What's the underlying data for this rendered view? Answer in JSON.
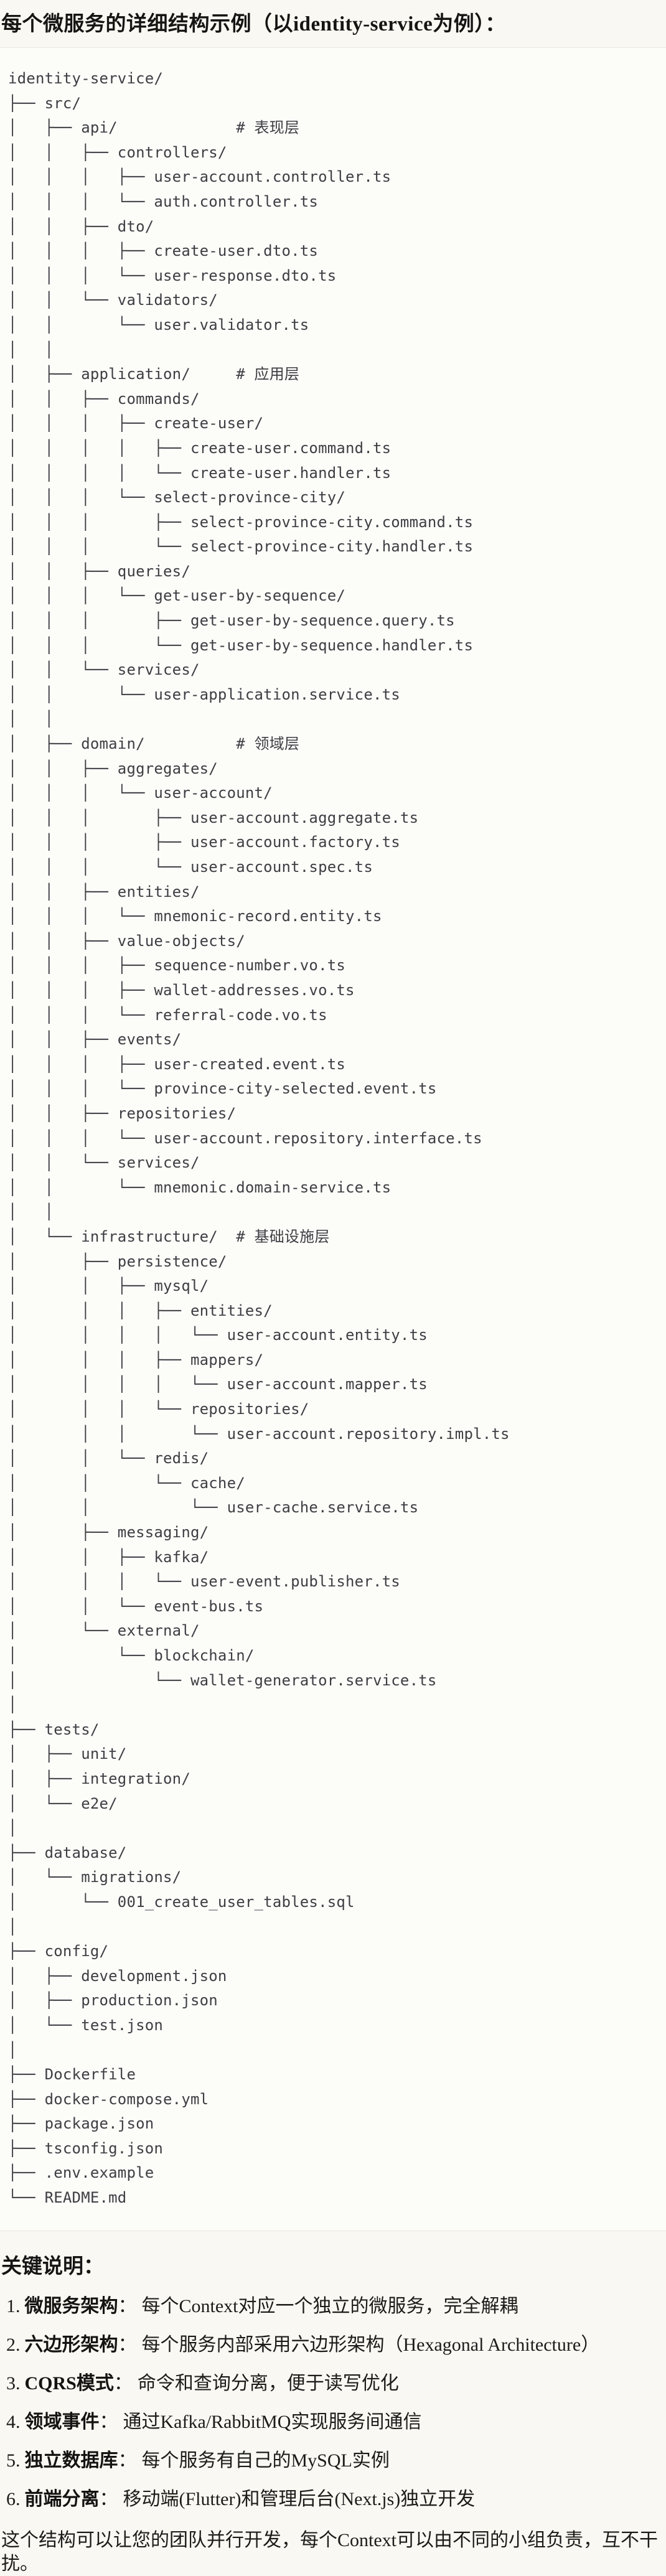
{
  "title": "每个微服务的详细结构示例（以identity-service为例）：",
  "tree_lines": [
    "identity-service/",
    "├── src/",
    "│   ├── api/             # 表现层",
    "│   │   ├── controllers/",
    "│   │   │   ├── user-account.controller.ts",
    "│   │   │   └── auth.controller.ts",
    "│   │   ├── dto/",
    "│   │   │   ├── create-user.dto.ts",
    "│   │   │   └── user-response.dto.ts",
    "│   │   └── validators/",
    "│   │       └── user.validator.ts",
    "│   │",
    "│   ├── application/     # 应用层",
    "│   │   ├── commands/",
    "│   │   │   ├── create-user/",
    "│   │   │   │   ├── create-user.command.ts",
    "│   │   │   │   └── create-user.handler.ts",
    "│   │   │   └── select-province-city/",
    "│   │   │       ├── select-province-city.command.ts",
    "│   │   │       └── select-province-city.handler.ts",
    "│   │   ├── queries/",
    "│   │   │   └── get-user-by-sequence/",
    "│   │   │       ├── get-user-by-sequence.query.ts",
    "│   │   │       └── get-user-by-sequence.handler.ts",
    "│   │   └── services/",
    "│   │       └── user-application.service.ts",
    "│   │",
    "│   ├── domain/          # 领域层",
    "│   │   ├── aggregates/",
    "│   │   │   └── user-account/",
    "│   │   │       ├── user-account.aggregate.ts",
    "│   │   │       ├── user-account.factory.ts",
    "│   │   │       └── user-account.spec.ts",
    "│   │   ├── entities/",
    "│   │   │   └── mnemonic-record.entity.ts",
    "│   │   ├── value-objects/",
    "│   │   │   ├── sequence-number.vo.ts",
    "│   │   │   ├── wallet-addresses.vo.ts",
    "│   │   │   └── referral-code.vo.ts",
    "│   │   ├── events/",
    "│   │   │   ├── user-created.event.ts",
    "│   │   │   └── province-city-selected.event.ts",
    "│   │   ├── repositories/",
    "│   │   │   └── user-account.repository.interface.ts",
    "│   │   └── services/",
    "│   │       └── mnemonic.domain-service.ts",
    "│   │",
    "│   └── infrastructure/  # 基础设施层",
    "│       ├── persistence/",
    "│       │   ├── mysql/",
    "│       │   │   ├── entities/",
    "│       │   │   │   └── user-account.entity.ts",
    "│       │   │   ├── mappers/",
    "│       │   │   │   └── user-account.mapper.ts",
    "│       │   │   └── repositories/",
    "│       │   │       └── user-account.repository.impl.ts",
    "│       │   └── redis/",
    "│       │       └── cache/",
    "│       │           └── user-cache.service.ts",
    "│       ├── messaging/",
    "│       │   ├── kafka/",
    "│       │   │   └── user-event.publisher.ts",
    "│       │   └── event-bus.ts",
    "│       └── external/",
    "│           └── blockchain/",
    "│               └── wallet-generator.service.ts",
    "│",
    "├── tests/",
    "│   ├── unit/",
    "│   ├── integration/",
    "│   └── e2e/",
    "│",
    "├── database/",
    "│   └── migrations/",
    "│       └── 001_create_user_tables.sql",
    "│",
    "├── config/",
    "│   ├── development.json",
    "│   ├── production.json",
    "│   └── test.json",
    "│",
    "├── Dockerfile",
    "├── docker-compose.yml",
    "├── package.json",
    "├── tsconfig.json",
    "├── .env.example",
    "└── README.md"
  ],
  "notes": {
    "heading": "关键说明：",
    "colon": "：",
    "items": [
      {
        "num": "1.",
        "label": "微服务架构",
        "text": "每个Context对应一个独立的微服务，完全解耦"
      },
      {
        "num": "2.",
        "label": "六边形架构",
        "text": "每个服务内部采用六边形架构（Hexagonal Architecture）"
      },
      {
        "num": "3.",
        "label": "CQRS模式",
        "text": "命令和查询分离，便于读写优化"
      },
      {
        "num": "4.",
        "label": "领域事件",
        "text": "通过Kafka/RabbitMQ实现服务间通信"
      },
      {
        "num": "5.",
        "label": "独立数据库",
        "text": "每个服务有自己的MySQL实例"
      },
      {
        "num": "6.",
        "label": "前端分离",
        "text": "移动端(Flutter)和管理后台(Next.js)独立开发"
      }
    ]
  },
  "closing": "这个结构可以让您的团队并行开发，每个Context可以由不同的小组负责，互不干扰。",
  "colors": {
    "page_bg": "#f9f8f2",
    "code_bg": "#fcfcf9",
    "code_border": "#e9e7e0",
    "code_text": "#3e3e43",
    "text": "#1c1b1a"
  }
}
